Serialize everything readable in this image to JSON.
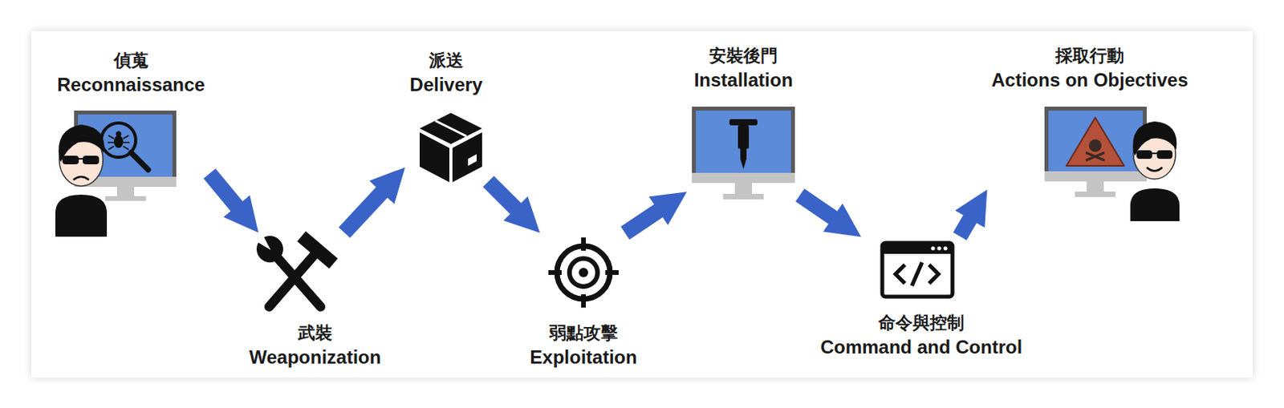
{
  "diagram": {
    "nodes": [
      {
        "text": [
          "偵蒐",
          "Reconnaissance"
        ]
      },
      {
        "text": [
          "武裝",
          "Weaponization"
        ]
      },
      {
        "text": [
          "派送",
          "Delivery"
        ]
      },
      {
        "text": [
          "弱點攻擊",
          "Exploitation"
        ]
      },
      {
        "text": [
          "安裝後門",
          "Installation"
        ]
      },
      {
        "text": [
          "命令與控制",
          "Command and Control"
        ]
      },
      {
        "text": [
          "採取行動",
          "Actions on Objectives"
        ]
      }
    ],
    "edges": [
      {
        "from": 0,
        "to": 1,
        "arrow": "to"
      },
      {
        "from": 1,
        "to": 2,
        "arrow": "to"
      },
      {
        "from": 2,
        "to": 3,
        "arrow": "to"
      },
      {
        "from": 3,
        "to": 4,
        "arrow": "to"
      },
      {
        "from": 4,
        "to": 5,
        "arrow": "to"
      },
      {
        "from": 5,
        "to": 6,
        "arrow": "to"
      }
    ]
  }
}
